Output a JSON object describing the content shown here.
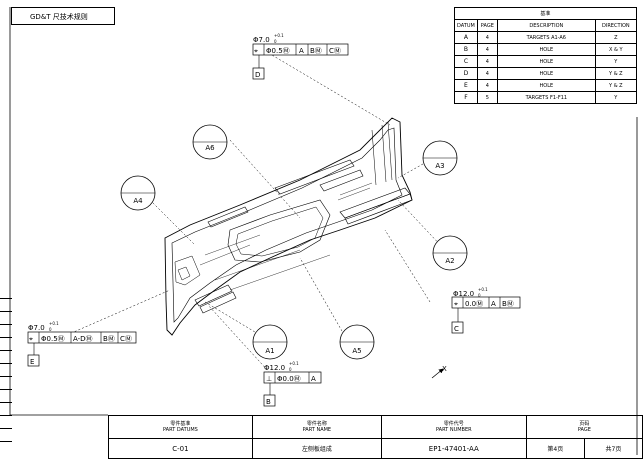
{
  "sheet_title": "GD&T 尺技术规则",
  "datum_table": {
    "top_label": "基准",
    "headers": {
      "datum": "DATUM",
      "page": "PAGE",
      "description": "DESCRIPTION",
      "direction": "DIRECTION"
    },
    "rows": [
      {
        "datum": "A",
        "page": "4",
        "description": "TARGETS A1-A6",
        "direction": "Z"
      },
      {
        "datum": "B",
        "page": "4",
        "description": "HOLE",
        "direction": "X & Y"
      },
      {
        "datum": "C",
        "page": "4",
        "description": "HOLE",
        "direction": "Y"
      },
      {
        "datum": "D",
        "page": "4",
        "description": "HOLE",
        "direction": "Y & Z"
      },
      {
        "datum": "E",
        "page": "4",
        "description": "HOLE",
        "direction": "Y & Z"
      },
      {
        "datum": "F",
        "page": "5",
        "description": "TARGETS F1-F11",
        "direction": "Y"
      }
    ]
  },
  "callouts": {
    "d": {
      "dim": "Φ7.0",
      "tol_upper": "+0.1",
      "tol_lower": "0",
      "fcf": [
        "⌖",
        "Φ0.5Ⓜ",
        "A",
        "BⓂ",
        "CⓂ"
      ],
      "datum": "D"
    },
    "c": {
      "dim": "Φ12.0",
      "tol_upper": "+0.1",
      "tol_lower": "0",
      "fcf": [
        "⌖",
        "0.0Ⓜ",
        "A",
        "BⓂ"
      ],
      "datum": "C"
    },
    "e": {
      "dim": "Φ7.0",
      "tol_upper": "+0.1",
      "tol_lower": "0",
      "fcf": [
        "⌖",
        "Φ0.5Ⓜ",
        "A-DⓂ",
        "BⓂ",
        "CⓂ"
      ],
      "datum": "E"
    },
    "b": {
      "dim": "Φ12.0",
      "tol_upper": "+0.1",
      "tol_lower": "0",
      "fcf": [
        "⊥",
        "Φ0.0Ⓜ",
        "A"
      ],
      "datum": "B"
    }
  },
  "targets": [
    "A1",
    "A2",
    "A3",
    "A4",
    "A5",
    "A6"
  ],
  "axis_label": "X",
  "title_block": {
    "headers": [
      {
        "cn": "零件基准",
        "en": "PART DATUMS"
      },
      {
        "cn": "零件名称",
        "en": "PART NAME"
      },
      {
        "cn": "零件代号",
        "en": "PART NUMBER"
      },
      {
        "cn": "页码",
        "en": "PAGE"
      }
    ],
    "values": [
      "C-01",
      "左侧板组成",
      "EP1-47401-AA",
      "第4页",
      "共7页"
    ]
  }
}
